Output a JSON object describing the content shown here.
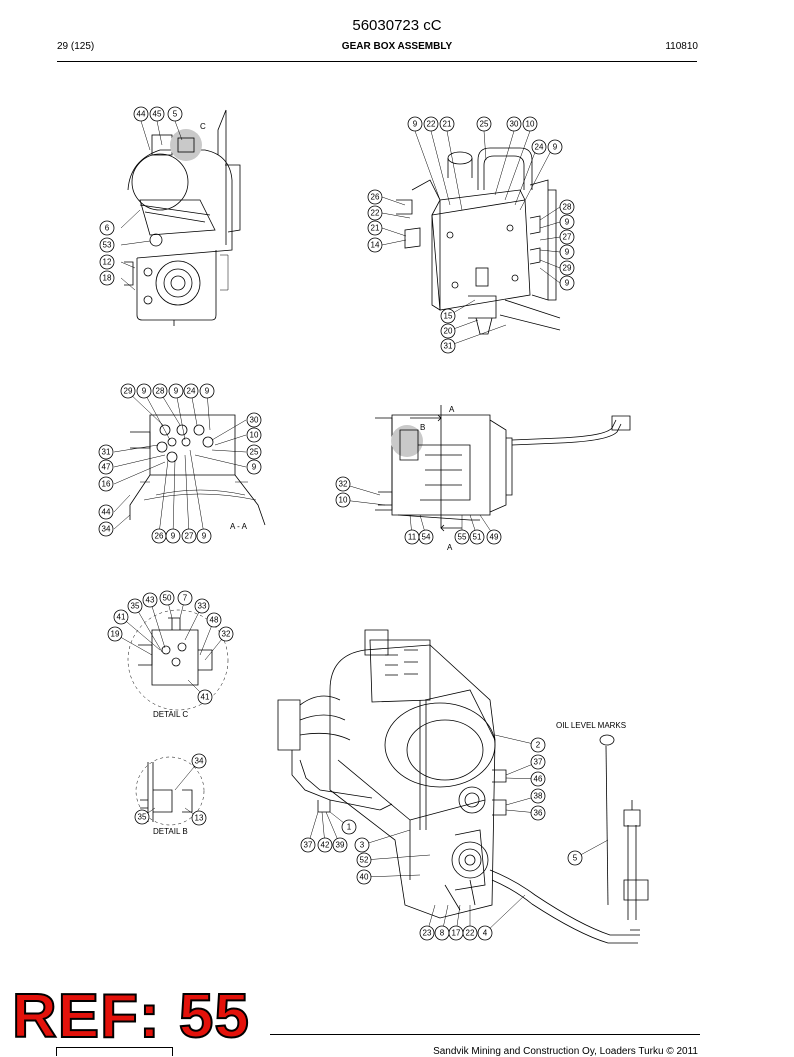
{
  "header": {
    "doc_number": "56030723 cC",
    "page": "29 (125)",
    "title": "GEAR BOX ASSEMBLY",
    "date": "110810"
  },
  "views": {
    "section_aa": "A - A",
    "detail_c": "DETAIL C",
    "detail_b": "DETAIL B",
    "oil_level": "OIL LEVEL MARKS",
    "mark_a": "A",
    "mark_b": "B",
    "mark_c": "C"
  },
  "callouts": {
    "view1": [
      "44",
      "45",
      "5",
      "6",
      "53",
      "12",
      "18"
    ],
    "view2": [
      "9",
      "22",
      "21",
      "25",
      "30",
      "10",
      "24",
      "9",
      "26",
      "22",
      "21",
      "14",
      "28",
      "9",
      "27",
      "9",
      "29",
      "9",
      "15",
      "20",
      "31"
    ],
    "view3": [
      "29",
      "9",
      "28",
      "9",
      "24",
      "9",
      "30",
      "10",
      "31",
      "25",
      "47",
      "9",
      "16",
      "44",
      "34",
      "26",
      "9",
      "27",
      "9"
    ],
    "view4": [
      "32",
      "10",
      "11",
      "54",
      "55",
      "51",
      "49"
    ],
    "view5": [
      "43",
      "50",
      "7",
      "35",
      "33",
      "41",
      "48",
      "19",
      "32",
      "41"
    ],
    "view6": [
      "34",
      "35",
      "13"
    ],
    "view7": [
      "2",
      "37",
      "46",
      "38",
      "36",
      "1",
      "37",
      "42",
      "39",
      "3",
      "52",
      "40",
      "5",
      "23",
      "8",
      "17",
      "22",
      "4"
    ]
  },
  "badge": {
    "text": "REF: 55"
  },
  "footer": {
    "text": "Sandvik Mining and Construction Oy, Loaders Turku © 2011"
  }
}
